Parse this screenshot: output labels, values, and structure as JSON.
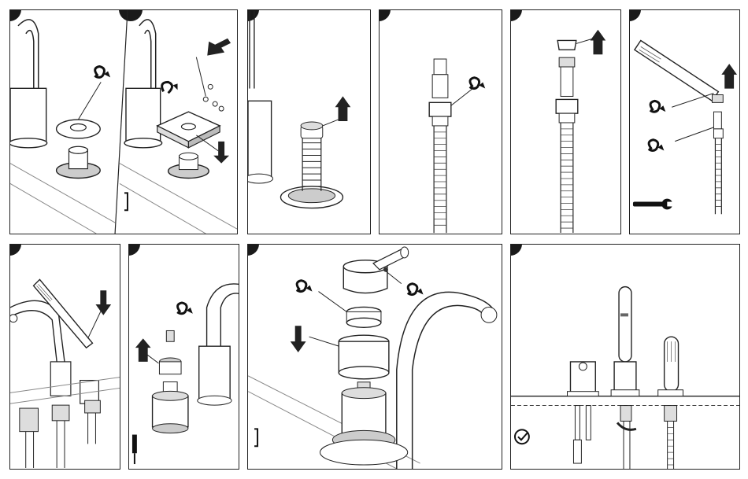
{
  "document": {
    "type": "installation-instructions",
    "panels": [
      {
        "id": "step-1",
        "step_number": ""
      },
      {
        "id": "step-2",
        "step_number": ""
      },
      {
        "id": "step-3",
        "step_number": ""
      },
      {
        "id": "step-4",
        "step_number": ""
      },
      {
        "id": "step-5",
        "step_number": ""
      },
      {
        "id": "step-6",
        "step_number": ""
      },
      {
        "id": "step-7",
        "step_number": ""
      },
      {
        "id": "step-8",
        "step_number": ""
      },
      {
        "id": "step-9",
        "step_number": ""
      },
      {
        "id": "step-10",
        "step_number": ""
      }
    ],
    "icons": {
      "rotate": "rotate-counterclockwise-icon",
      "arrow_up": "arrow-up-icon",
      "arrow_down": "arrow-down-icon",
      "hex_key": "hex-key-icon",
      "wrench": "wrench-icon",
      "done": "checkmark-icon"
    },
    "colors": {
      "ink": "#1a1a1a",
      "fill": "#ffffff",
      "shade": "#666666"
    }
  }
}
